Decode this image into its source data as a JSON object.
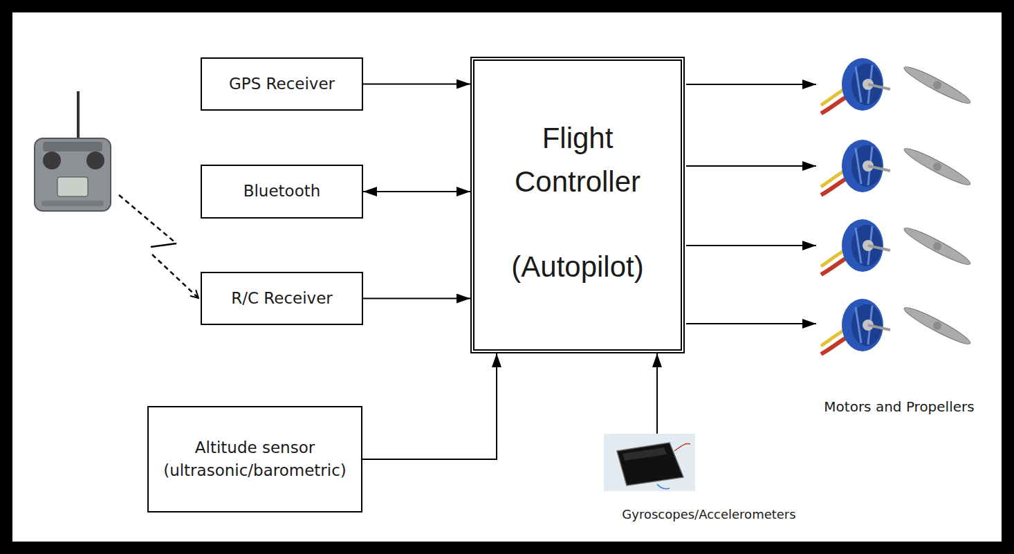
{
  "diagram": {
    "nodes": [
      {
        "text": [
          "GPS Receiver"
        ]
      },
      {
        "text": [
          "Bluetooth"
        ]
      },
      {
        "text": [
          "R/C Receiver"
        ]
      },
      {
        "text": [
          "Flight Controller",
          "(Autopilot)"
        ]
      },
      {
        "text": [
          "Altitude sensor (ultrasonic/barometric)"
        ]
      },
      {
        "text": [
          "Gyroscopes/Accelerometers"
        ]
      }
    ],
    "edges": [
      {
        "from": 0,
        "to": 3,
        "arrow": "to"
      },
      {
        "from": 1,
        "to": 3,
        "arrow": "both"
      },
      {
        "from": 2,
        "to": 3,
        "arrow": "to"
      },
      {
        "from": 4,
        "to": 3,
        "arrow": "to"
      },
      {
        "from": 5,
        "to": 3,
        "arrow": "to"
      }
    ],
    "labels": [
      "Motors and Propellers"
    ]
  }
}
